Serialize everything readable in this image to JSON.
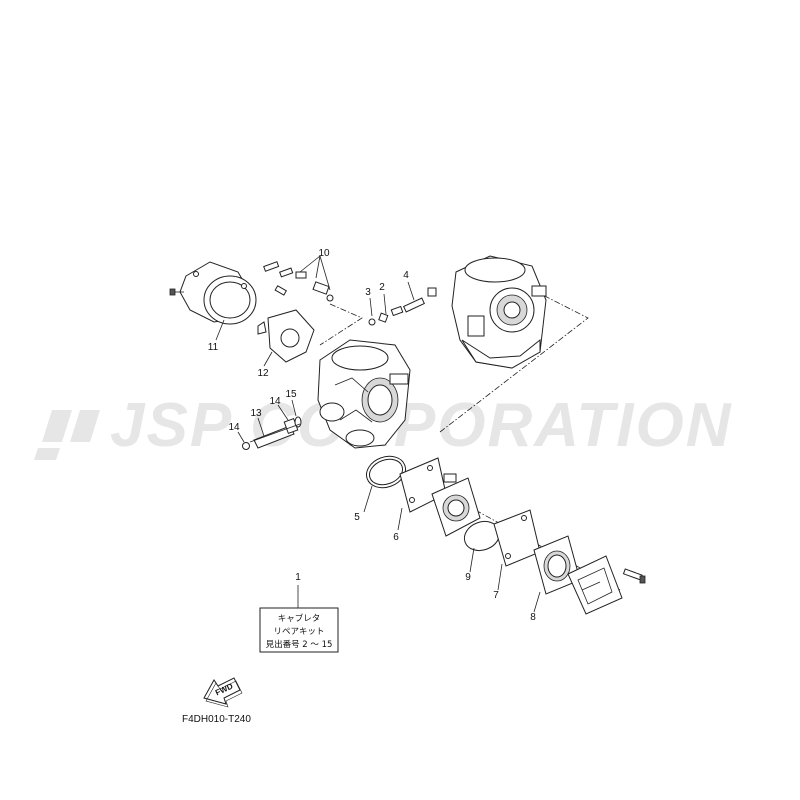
{
  "watermark": "JSP CORPORATION",
  "part_code": "F4DH010-T240",
  "callouts": [
    "1",
    "2",
    "3",
    "4",
    "5",
    "6",
    "7",
    "8",
    "9",
    "10",
    "11",
    "12",
    "13",
    "14",
    "14",
    "15"
  ],
  "kit_label": {
    "line1": "キャブレタ",
    "line2": "リペアキット",
    "line3": "見出番号 2 ～ 15"
  },
  "fwd_label": "FWD",
  "colors": {
    "line": "#222222",
    "watermark": "#e6e6e6",
    "background": "#ffffff"
  }
}
